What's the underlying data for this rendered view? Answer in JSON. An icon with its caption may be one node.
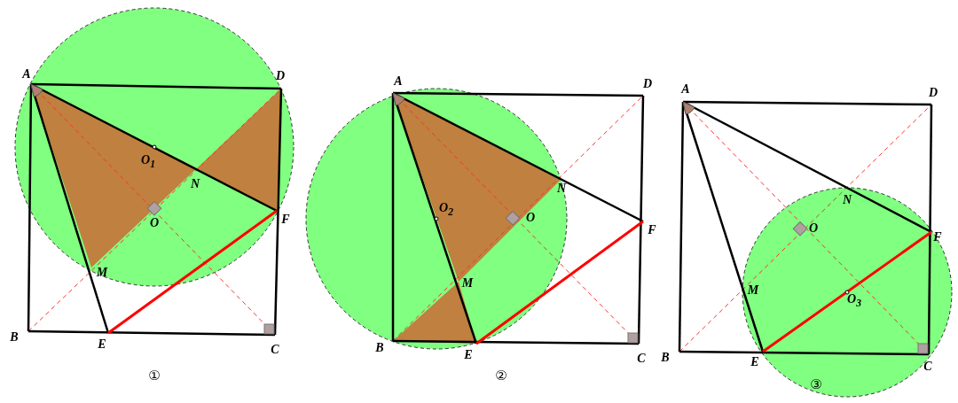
{
  "diagram": {
    "labels": [
      "A",
      "D",
      "O$_{1}$",
      "N",
      "O",
      "F",
      "M",
      "B",
      "E",
      "C",
      "①",
      "A",
      "D",
      "O$_{2}$",
      "N",
      "O",
      "F",
      "M",
      "B",
      "E",
      "C",
      "②",
      "A",
      "D",
      "N",
      "O",
      "F",
      "M",
      "O$_{3}$",
      "B",
      "E",
      "C",
      "③"
    ]
  }
}
